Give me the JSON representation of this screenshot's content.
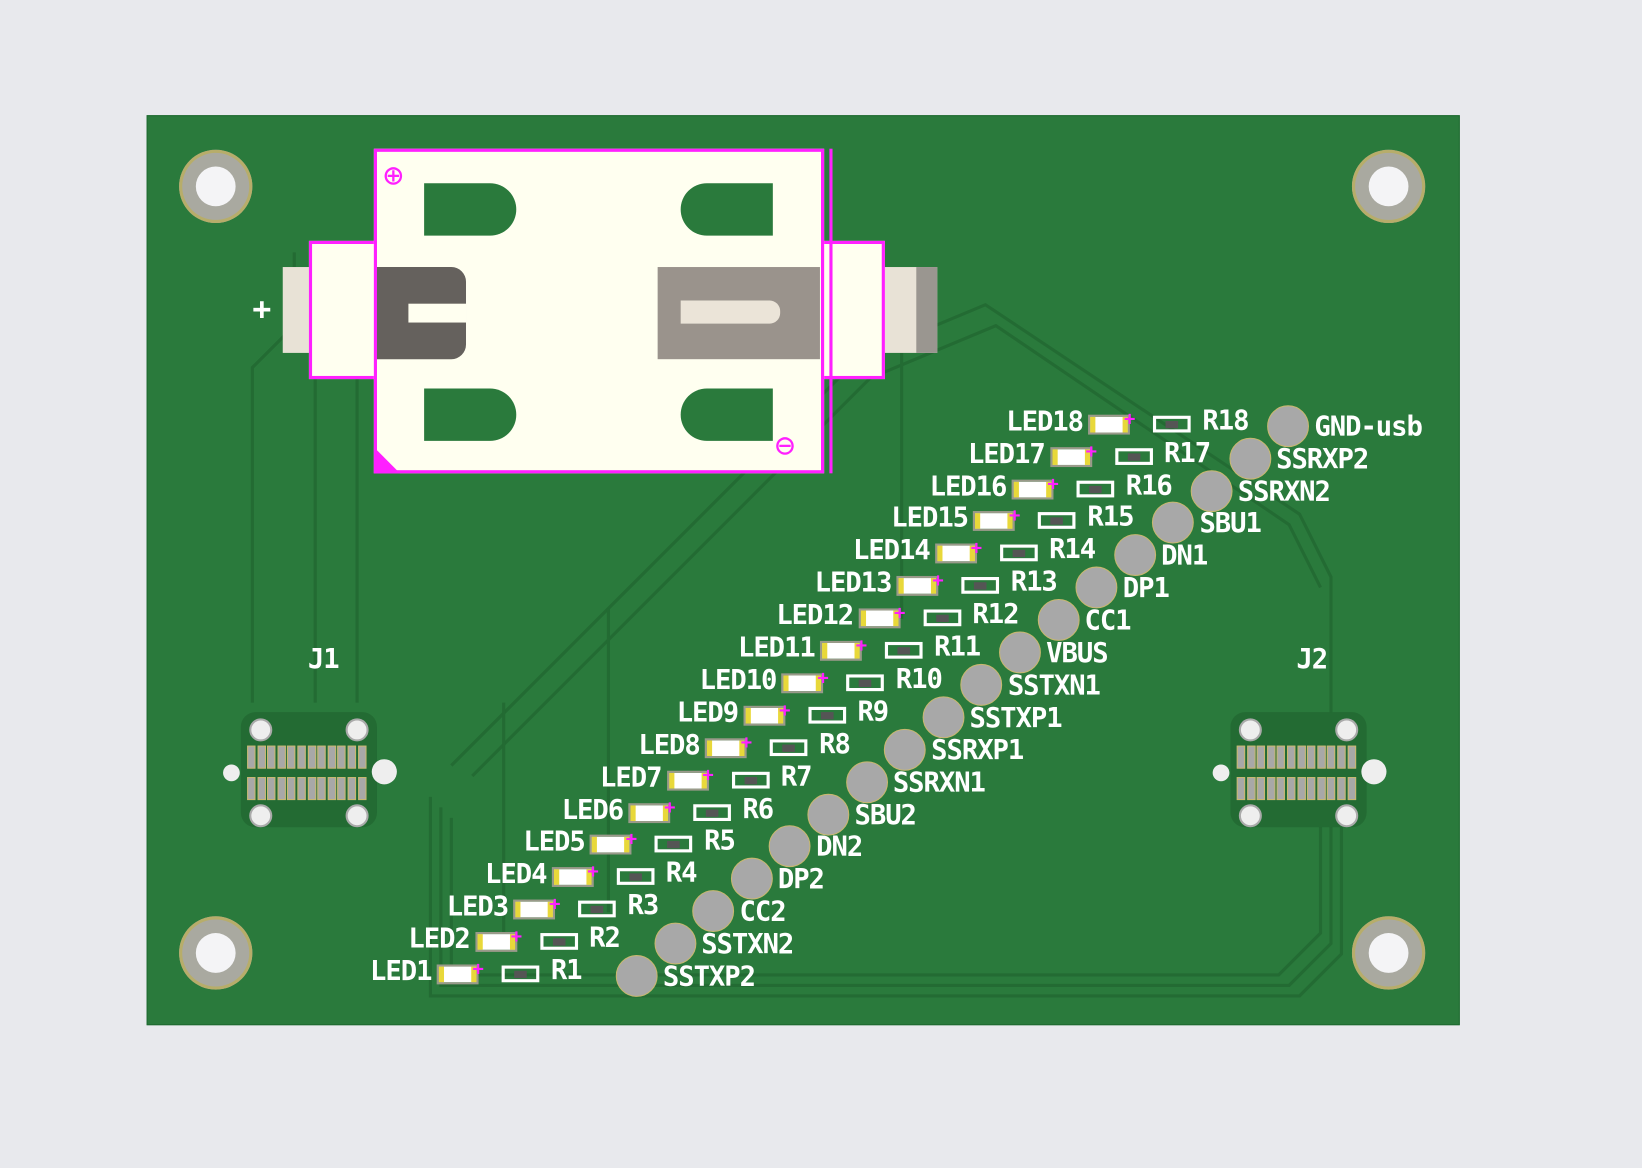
{
  "board": {
    "colors": {
      "soldermask": "#2a7a3c",
      "silkscreen": "#ffffff",
      "courtyard": "#ff20ff",
      "background": "#e8e9ed"
    },
    "battery_plus_label": "+",
    "battery_holder_marks": {
      "plus": "⊕",
      "minus": "⊖"
    },
    "connectors": [
      {
        "label": "J1"
      },
      {
        "label": "J2"
      }
    ],
    "rows": [
      {
        "led": "LED1",
        "res": "R1",
        "net": "SSTXP2"
      },
      {
        "led": "LED2",
        "res": "R2",
        "net": "SSTXN2"
      },
      {
        "led": "LED3",
        "res": "R3",
        "net": "CC2"
      },
      {
        "led": "LED4",
        "res": "R4",
        "net": "DP2"
      },
      {
        "led": "LED5",
        "res": "R5",
        "net": "DN2"
      },
      {
        "led": "LED6",
        "res": "R6",
        "net": "SBU2"
      },
      {
        "led": "LED7",
        "res": "R7",
        "net": "SSRXN1"
      },
      {
        "led": "LED8",
        "res": "R8",
        "net": "SSRXP1"
      },
      {
        "led": "LED9",
        "res": "R9",
        "net": "SSTXP1"
      },
      {
        "led": "LED10",
        "res": "R10",
        "net": "SSTXN1"
      },
      {
        "led": "LED11",
        "res": "R11",
        "net": "VBUS"
      },
      {
        "led": "LED12",
        "res": "R12",
        "net": "CC1"
      },
      {
        "led": "LED13",
        "res": "R13",
        "net": "DP1"
      },
      {
        "led": "LED14",
        "res": "R14",
        "net": "DN1"
      },
      {
        "led": "LED15",
        "res": "R15",
        "net": "SBU1"
      },
      {
        "led": "LED16",
        "res": "R16",
        "net": "SSRXN2"
      },
      {
        "led": "LED17",
        "res": "R17",
        "net": "SSRXP2"
      },
      {
        "led": "LED18",
        "res": "R18",
        "net": "GND-usb"
      }
    ]
  }
}
